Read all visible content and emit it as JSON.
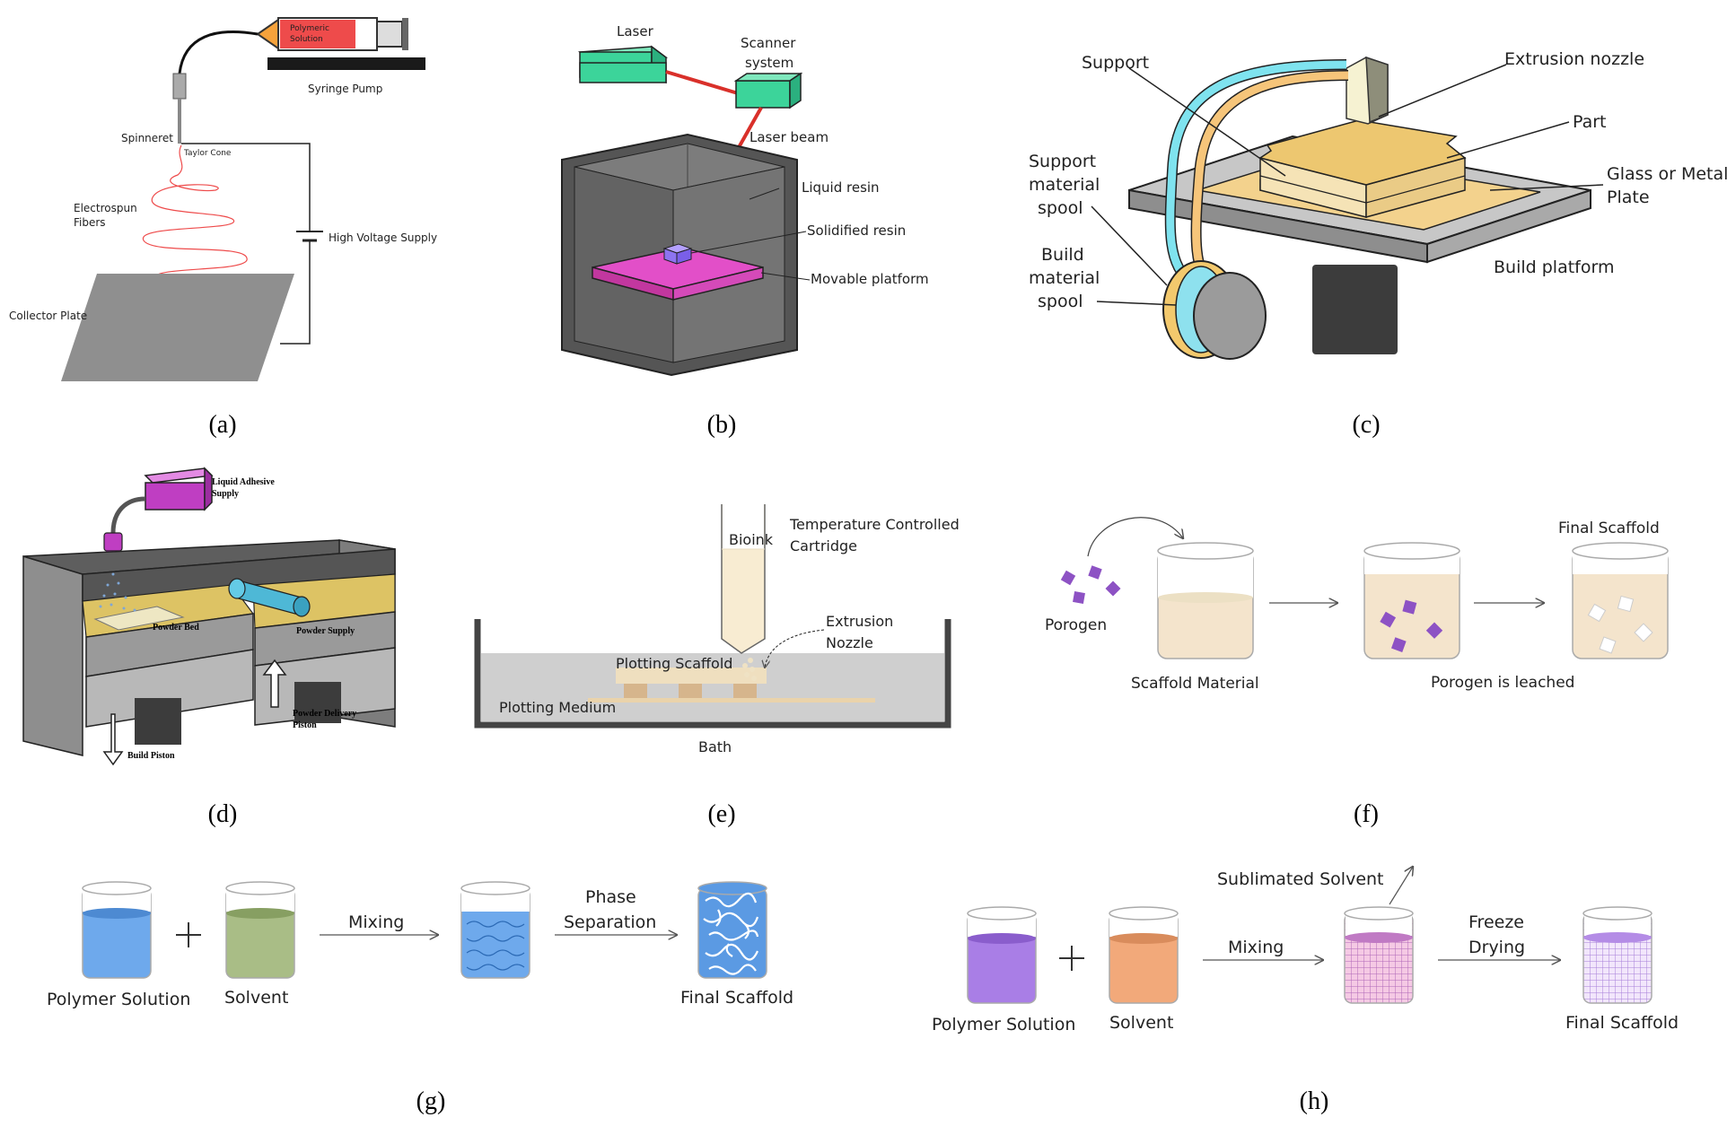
{
  "panels": {
    "a": {
      "caption": "(a)",
      "syringe_text": [
        "Polymeric",
        "Solution"
      ],
      "syringe_pump": "Syringe Pump",
      "spinneret": "Spinneret",
      "taylor_cone": "Taylor Cone",
      "fibers": [
        "Electrospun",
        "Fibers"
      ],
      "high_voltage": "High Voltage Supply",
      "collector": "Collector Plate"
    },
    "b": {
      "caption": "(b)",
      "laser": "Laser",
      "scanner": [
        "Scanner",
        "system"
      ],
      "laser_beam": "Laser beam",
      "liquid_resin": "Liquid resin",
      "solidified_resin": "Solidified resin",
      "movable_platform": "Movable platform"
    },
    "c": {
      "caption": "(c)",
      "support": "Support",
      "extrusion_nozzle": "Extrusion nozzle",
      "part": "Part",
      "plate": [
        "Glass or Metal",
        "Plate"
      ],
      "support_spool": [
        "Support",
        "material",
        "spool"
      ],
      "build_spool": [
        "Build",
        "material",
        "spool"
      ],
      "build_platform": "Build platform"
    },
    "d": {
      "caption": "(d)",
      "adhesive": [
        "Liquid Adhesive",
        "Supply"
      ],
      "powder_bed": "Powder Bed",
      "powder_supply": "Powder Supply",
      "delivery_piston": [
        "Powder Delivery",
        "Piston"
      ],
      "build_piston": "Build Piston"
    },
    "e": {
      "caption": "(e)",
      "bioink": "Bioink",
      "cartridge": [
        "Temperature Controlled",
        "Cartridge"
      ],
      "nozzle": [
        "Extrusion",
        "Nozzle"
      ],
      "scaffold": "Plotting Scaffold",
      "medium": "Plotting Medium",
      "bath": "Bath"
    },
    "f": {
      "caption": "(f)",
      "porogen": "Porogen",
      "scaffold_material": "Scaffold Material",
      "leached": "Porogen is leached",
      "final": "Final Scaffold"
    },
    "g": {
      "caption": "(g)",
      "polymer": "Polymer Solution",
      "solvent": "Solvent",
      "mixing": "Mixing",
      "phase": [
        "Phase",
        "Separation"
      ],
      "final": "Final Scaffold"
    },
    "h": {
      "caption": "(h)",
      "polymer": "Polymer Solution",
      "solvent": "Solvent",
      "mixing": "Mixing",
      "sublimated": "Sublimated Solvent",
      "freeze": [
        "Freeze",
        "Drying"
      ],
      "final": "Final Scaffold"
    }
  }
}
